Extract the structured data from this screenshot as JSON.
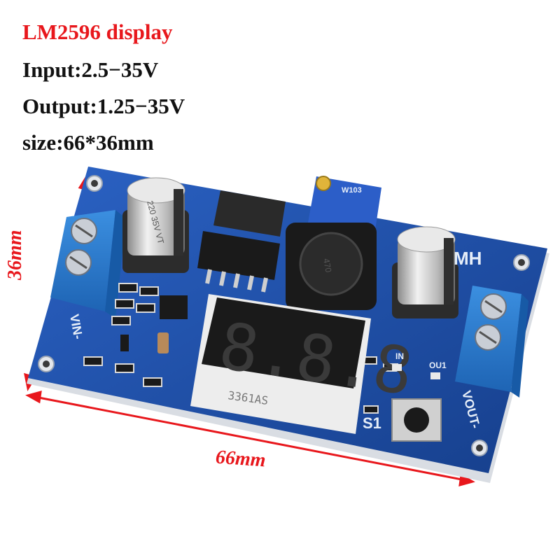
{
  "spec": {
    "title": "LM2596 display",
    "input": "Input:2.5−35V",
    "output": "Output:1.25−35V",
    "size": "size:66*36mm"
  },
  "dimensions": {
    "height_label": "36mm",
    "width_label": "66mm"
  },
  "board": {
    "left_terminal_label": "VIN-",
    "right_terminal_label": "VOUT-",
    "button_label": "S1",
    "in_led_label": "IN",
    "out_led_label": "OU1",
    "display_part": "3361AS",
    "display_digits": "8.8.8",
    "inductor_marking": "470",
    "cap_marking": "220 35V VT",
    "pot_marking": "W103",
    "brand_mark": "MH"
  },
  "colors": {
    "title": "#e8171c",
    "pcb": "#1d4fa8",
    "terminal": "#2a7fd4"
  }
}
